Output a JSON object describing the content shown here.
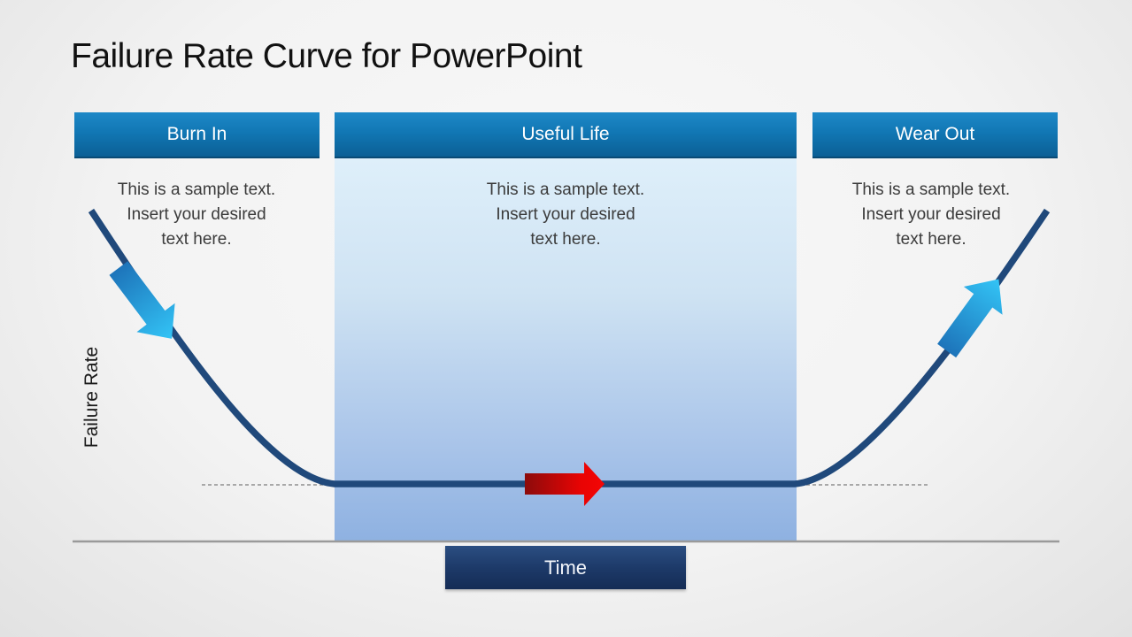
{
  "slide": {
    "title": "Failure Rate Curve for PowerPoint"
  },
  "phases": [
    {
      "label": "Burn In",
      "description": "This is a sample text.\nInsert your desired\ntext here."
    },
    {
      "label": "Useful Life",
      "description": "This is a sample text.\nInsert your desired\ntext here."
    },
    {
      "label": "Wear Out",
      "description": "This is a sample text.\nInsert your desired\ntext here."
    }
  ],
  "axes": {
    "y_label": "Failure Rate",
    "x_label": "Time"
  },
  "colors": {
    "phase_header_top": "#1e88c7",
    "phase_header_bottom": "#0b5f95",
    "useful_life_panel_top": "#deeffa",
    "useful_life_panel_bottom": "#8eb1e1",
    "curve": "#20497b",
    "time_box_top": "#2b4e82",
    "time_box_bottom": "#152c55",
    "blue_arrow_tail": "#1d74ba",
    "blue_arrow_tip": "#33c4f6",
    "red_arrow_tail": "#8c0b0b",
    "red_arrow_tip": "#f50505",
    "dashed_reference_line": "#8f8f8f",
    "time_axis_line": "#9a9a9a"
  },
  "diagram": {
    "type": "bathtub-failure-rate-curve",
    "arrows": [
      {
        "name": "burn-in-arrow",
        "direction": "down-right",
        "style": "blue-gradient"
      },
      {
        "name": "useful-life-arrow",
        "direction": "right",
        "style": "red-gradient"
      },
      {
        "name": "wear-out-arrow",
        "direction": "up-right",
        "style": "blue-gradient"
      }
    ]
  }
}
